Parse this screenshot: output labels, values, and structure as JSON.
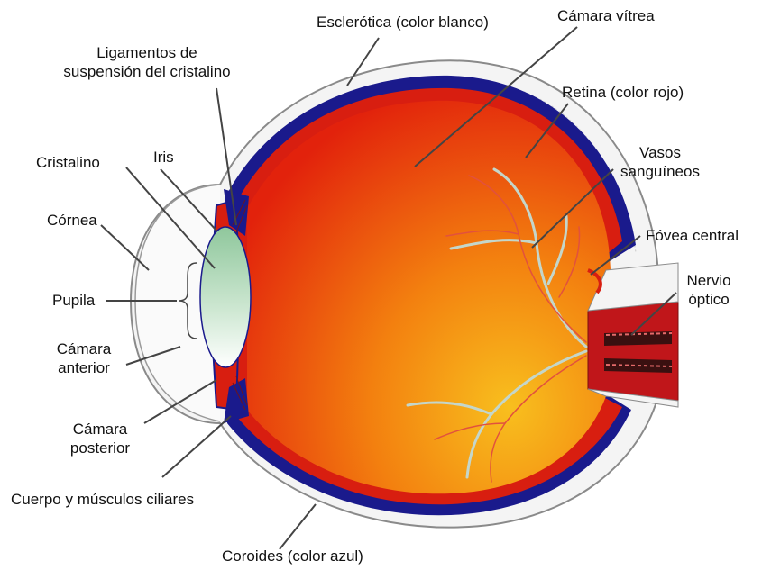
{
  "labels": {
    "esclerotica": "Esclerótica (color blanco)",
    "camara_vitrea": "Cámara vítrea",
    "ligamentos_1": "Ligamentos de",
    "ligamentos_2": "suspensión del cristalino",
    "retina": "Retina (color rojo)",
    "cristalino": "Cristalino",
    "iris": "Iris",
    "vasos_1": "Vasos",
    "vasos_2": "sanguíneos",
    "cornea": "Córnea",
    "fovea": "Fóvea central",
    "pupila": "Pupila",
    "nervio_1": "Nervio",
    "nervio_2": "óptico",
    "camara_anterior_1": "Cámara",
    "camara_anterior_2": "anterior",
    "camara_posterior_1": "Cámara",
    "camara_posterior_2": "posterior",
    "cuerpo_ciliar": "Cuerpo y músculos ciliares",
    "coroides": "Coroides  (color azul)"
  },
  "colors": {
    "sclera": "#f4f4f4",
    "choroid": "#1a1a8c",
    "retina": "#d81e10",
    "vitreous_a": "#e62a0d",
    "vitreous_b": "#f7b21c",
    "lens_a": "#9fd0a9",
    "lens_b": "#ffffff",
    "vessels": "#bfd2c8",
    "arteries": "#e84a3a",
    "leader": "#444444"
  }
}
